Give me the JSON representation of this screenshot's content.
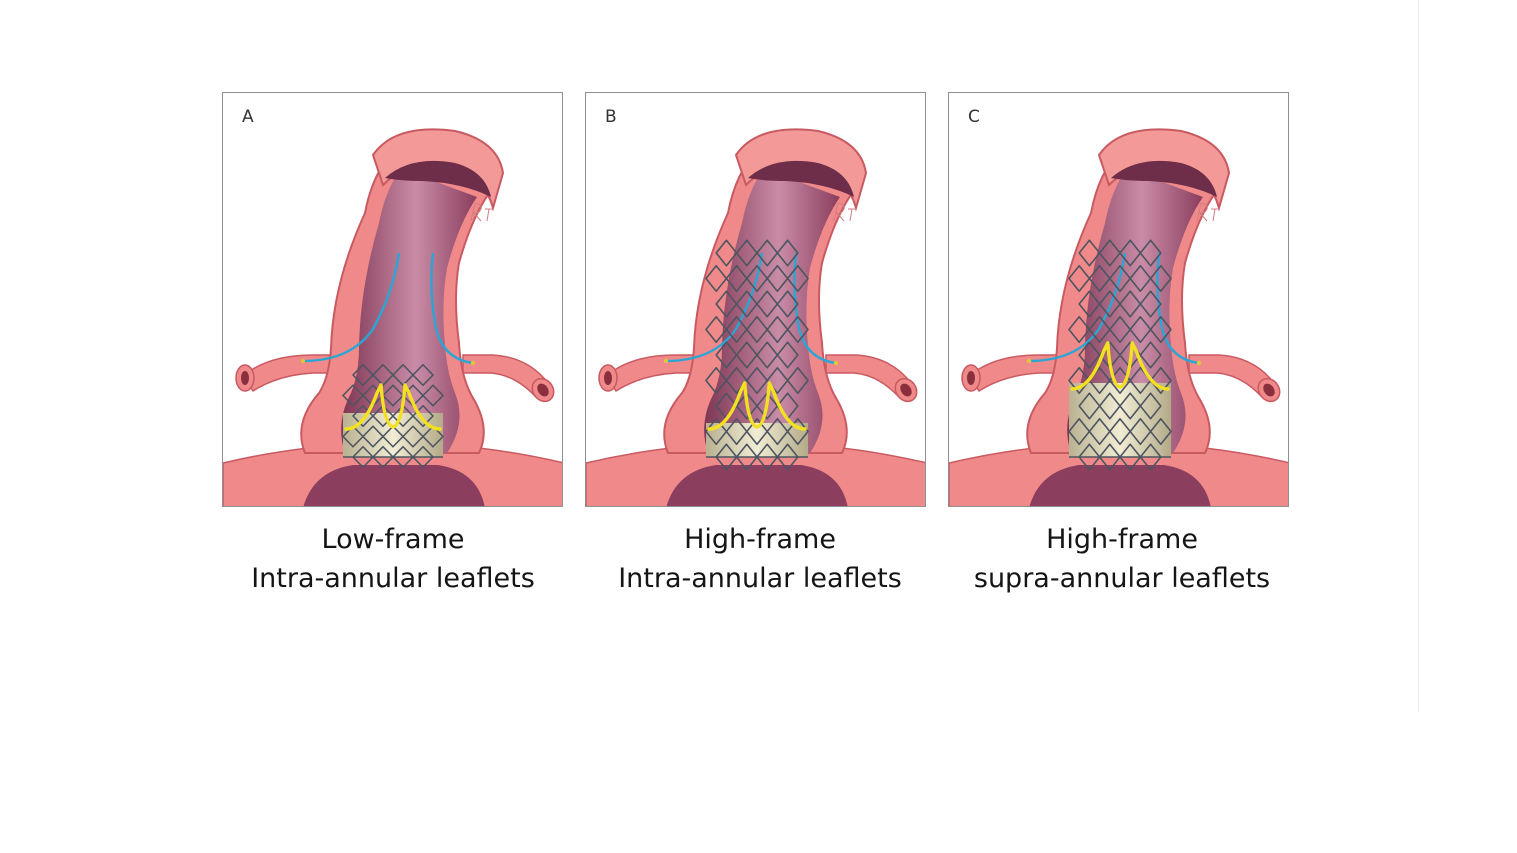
{
  "panels": [
    {
      "letter": "A",
      "caption_line1": "Low-frame",
      "caption_line2": "Intra-annular leaflets",
      "frame": "low",
      "leaflets": "intra-annular"
    },
    {
      "letter": "B",
      "caption_line1": "High-frame",
      "caption_line2": "Intra-annular leaflets",
      "frame": "high",
      "leaflets": "intra-annular"
    },
    {
      "letter": "C",
      "caption_line1": "High-frame",
      "caption_line2": "supra-annular leaflets",
      "frame": "high",
      "leaflets": "supra-annular"
    }
  ],
  "colors": {
    "vessel_wall": "#f08a8a",
    "vessel_wall_dark": "#c85a62",
    "lumen": "#9a4a66",
    "lumen_light": "#c98ca6",
    "stent_strut": "#4d5560",
    "skirt": "#ddd6b8",
    "leaflet": "#f2e021",
    "wire": "#2aa6d6"
  }
}
